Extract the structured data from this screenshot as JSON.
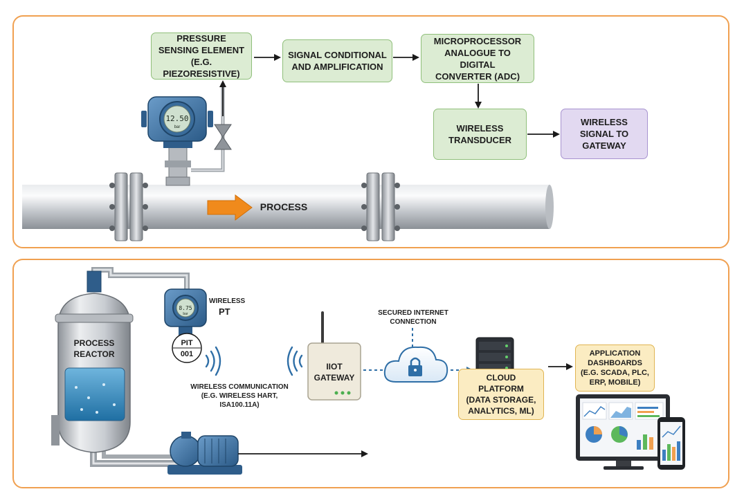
{
  "colors": {
    "panel_border": "#f0a050",
    "green_box": "#dcecd3",
    "purple_box": "#e2d9f1",
    "yellow_box": "#fbecc2",
    "pipe": "#c9ccd0",
    "accent_arrow": "#f08a1c",
    "equipment_blue": "#3d6f9c"
  },
  "top_panel": {
    "box_pressure": "PRESSURE\nSENSING ELEMENT\n(E.G. PIEZORESISTIVE)",
    "box_signal": "SIGNAL CONDITIONAL\nAND AMPLIFICATION",
    "box_micro": "MICROPROCESSOR\nANALOGUE TO DIGITAL\nCONVERTER (ADC)",
    "box_transducer": "WIRELESS\nTRANSDUCER",
    "box_gateway_signal": "WIRELESS\nSIGNAL TO\nGATEWAY",
    "process_label": "PROCESS",
    "gauge_reading": "12.50",
    "gauge_unit": "bar"
  },
  "bottom_panel": {
    "reactor_label": "PROCESS\nREACTOR",
    "transmitter_reading": "8.75",
    "transmitter_unit": "bar",
    "wireless_pt_label_1": "WIRELESS",
    "wireless_pt_label_2": "PT",
    "pit_label_1": "PIT",
    "pit_label_2": "001",
    "wireless_comm_label": "WIRELESS COMMUNICATION\n(E.G. WIRELESS HART,\nISA100.11A)",
    "gateway_label": "IIOT\nGATEWAY",
    "secured_label": "SECURED INTERNET\nCONNECTION",
    "cloud_platform": "CLOUD PLATFORM\n(DATA STORAGE,\nANALYTICS, ML)",
    "app_dashboards": "APPLICATION\nDASHBOARDS\n(E.G. SCADA, PLC,\nERP, MOBILE)"
  }
}
